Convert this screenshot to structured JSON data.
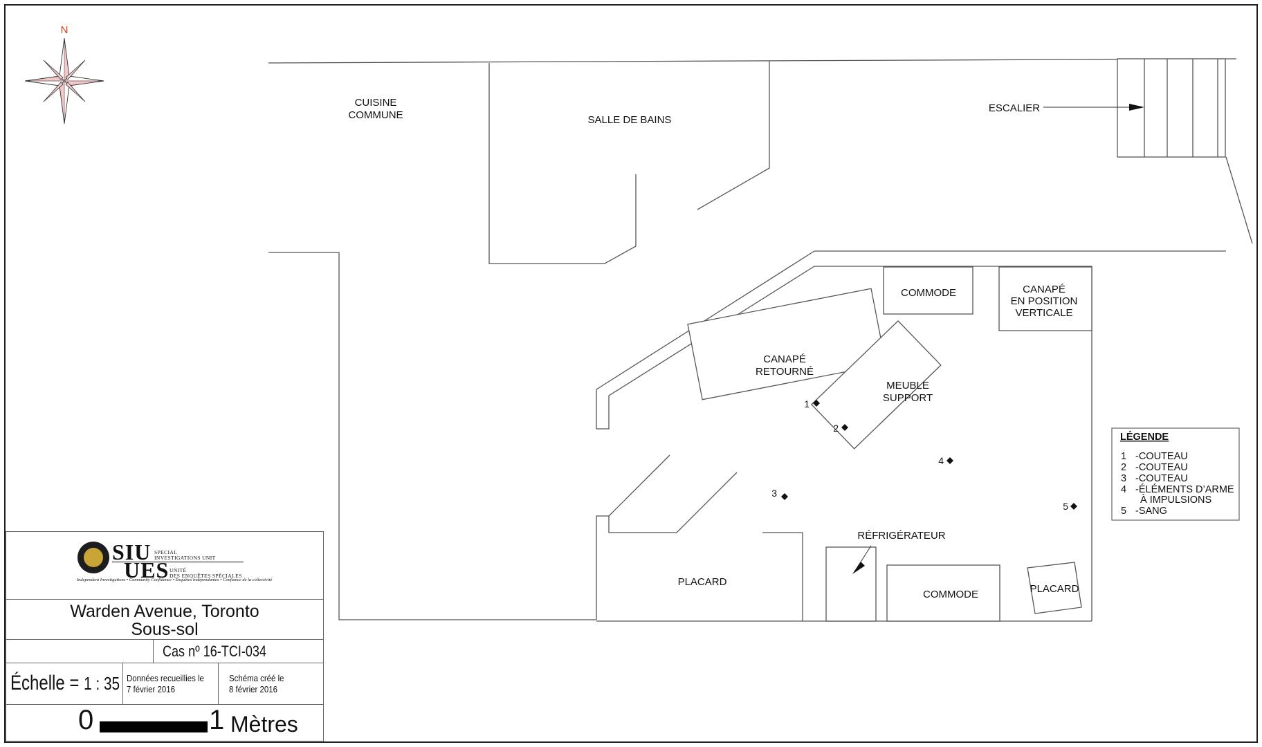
{
  "compass": {
    "north_label": "N",
    "icon": "compass-rose-icon",
    "accent_color": "#e8a8a8",
    "north_color": "#e03a1e"
  },
  "rooms": {
    "cuisine": [
      "CUISINE",
      "COMMUNE"
    ],
    "salle_de_bains": "SALLE DE BAINS",
    "escalier": "ESCALIER",
    "commode_top": "COMMODE",
    "canape_vertical": [
      "CANAPÉ",
      "EN POSITION",
      "VERTICALE"
    ],
    "canape_retourne": [
      "CANAPÉ",
      "RETOURNÉ"
    ],
    "meuble_support": [
      "MEUBLE",
      "SUPPORT"
    ],
    "refrigerateur": "RÉFRIGÉRATEUR",
    "placard_left": "PLACARD",
    "commode_bottom": "COMMODE",
    "placard_right": "PLACARD"
  },
  "markers": [
    {
      "number": "1"
    },
    {
      "number": "2"
    },
    {
      "number": "3"
    },
    {
      "number": "4"
    },
    {
      "number": "5"
    }
  ],
  "legend": {
    "title": "LÉGENDE",
    "items": [
      {
        "num": "1",
        "text": "-COUTEAU"
      },
      {
        "num": "2",
        "text": "-COUTEAU"
      },
      {
        "num": "3",
        "text": "-COUTEAU"
      },
      {
        "num": "4",
        "text": "-ÉLÉMENTS D’ARME",
        "text2": "À IMPULSIONS"
      },
      {
        "num": "5",
        "text": "-SANG"
      }
    ]
  },
  "title_block": {
    "logo": {
      "siu": "SIU",
      "ues": "UES",
      "special": "Special",
      "investigations_unit": "Investigations Unit",
      "unite": "Unité",
      "des_enquetes": "des enquêtes spéciales",
      "tagline": "Independent Investigations • Community Confidence • Enquêtes indépendantes • Confiance de la collectivité"
    },
    "address_line1": "Warden Avenue, Toronto",
    "address_line2": "Sous-sol",
    "case": "Cas nº 16-TCI-034",
    "scale_label": "Échelle =",
    "scale_value": "1 : 35",
    "collected_label": "Données recueillies le",
    "collected_date": "7 février 2016",
    "created_label": "Schéma créé le",
    "created_date": "8 février 2016",
    "bar_start": "0",
    "bar_end": "1",
    "bar_unit": "Mètres"
  }
}
